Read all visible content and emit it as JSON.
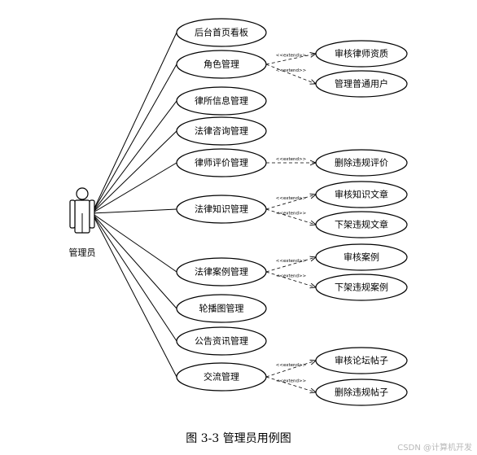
{
  "actor": {
    "label": "管理员"
  },
  "use_cases": [
    {
      "id": "uc1",
      "label": "后台首页看板"
    },
    {
      "id": "uc2",
      "label": "角色管理"
    },
    {
      "id": "uc3",
      "label": "律所信息管理"
    },
    {
      "id": "uc4",
      "label": "法律咨询管理"
    },
    {
      "id": "uc5",
      "label": "律师评价管理"
    },
    {
      "id": "uc6",
      "label": "法律知识管理"
    },
    {
      "id": "uc7",
      "label": "法律案例管理"
    },
    {
      "id": "uc8",
      "label": "轮播图管理"
    },
    {
      "id": "uc9",
      "label": "公告资讯管理"
    },
    {
      "id": "uc10",
      "label": "交流管理"
    }
  ],
  "extensions": [
    {
      "id": "ex1",
      "label": "审核律师资质",
      "from": "uc2"
    },
    {
      "id": "ex2",
      "label": "管理普通用户",
      "from": "uc2"
    },
    {
      "id": "ex3",
      "label": "删除违规评价",
      "from": "uc5"
    },
    {
      "id": "ex4",
      "label": "审核知识文章",
      "from": "uc6"
    },
    {
      "id": "ex5",
      "label": "下架违规文章",
      "from": "uc6"
    },
    {
      "id": "ex6",
      "label": "审核案例",
      "from": "uc7"
    },
    {
      "id": "ex7",
      "label": "下架违规案例",
      "from": "uc7"
    },
    {
      "id": "ex8",
      "label": "审核论坛帖子",
      "from": "uc10"
    },
    {
      "id": "ex9",
      "label": "删除违规帖子",
      "from": "uc10"
    }
  ],
  "extend_stereotype": "<<extend>>",
  "caption": "图 3-3  管理员用例图",
  "watermark": "CSDN @计算机开发"
}
